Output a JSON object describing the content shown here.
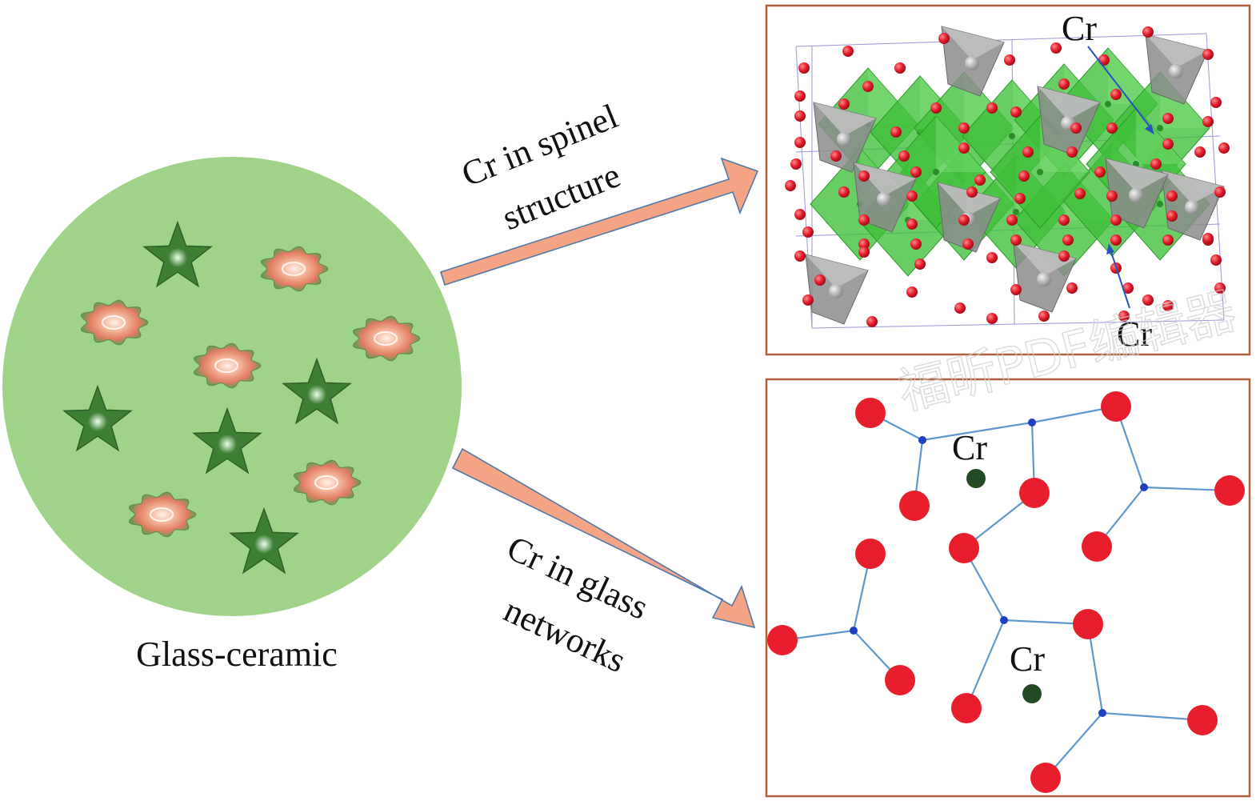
{
  "main_label": "Glass-ceramic",
  "path_spinel": {
    "line1": "Cr in spinel",
    "line2": "structure"
  },
  "path_glass": {
    "line1": "Cr in glass",
    "line2": "networks"
  },
  "spinel_panel": {
    "label_top": "Cr",
    "label_bottom": "Cr"
  },
  "glass_panel": {
    "label_top": "Cr",
    "label_bottom": "Cr"
  },
  "watermark": "福昕PDF编辑器",
  "colors": {
    "glass_circle": "#9fd38a",
    "star": "#3f7f35",
    "flower": "#e8907a",
    "arrow_fill": "#f5a585",
    "panel_border": "#b0603a",
    "oxygen": "#e31b2b",
    "octahedron": "#35b535",
    "tetrahedron": "#8a8a8a",
    "network_line": "#5f97cf",
    "network_node": "#1f3fbf",
    "chromium": "#244a24"
  }
}
